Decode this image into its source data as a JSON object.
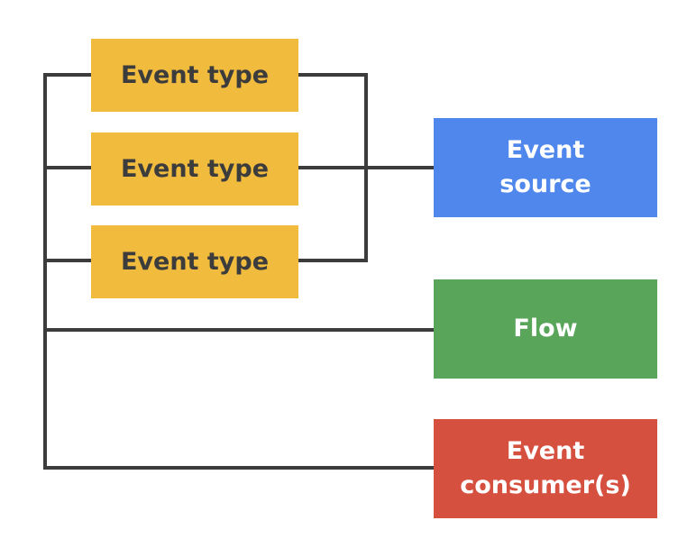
{
  "diagram": {
    "event_types": [
      {
        "label": "Event type"
      },
      {
        "label": "Event type"
      },
      {
        "label": "Event type"
      }
    ],
    "event_source": {
      "line1": "Event",
      "line2": "source"
    },
    "flow": {
      "label": "Flow"
    },
    "event_consumers": {
      "line1": "Event",
      "line2": "consumer(s)"
    },
    "colors": {
      "event_type_fill": "#f1bb3e",
      "event_type_text": "#3c3c3c",
      "event_source_fill": "#4f87ec",
      "flow_fill": "#59a65b",
      "event_consumers_fill": "#d65040",
      "connector": "#3c3c3c"
    }
  }
}
